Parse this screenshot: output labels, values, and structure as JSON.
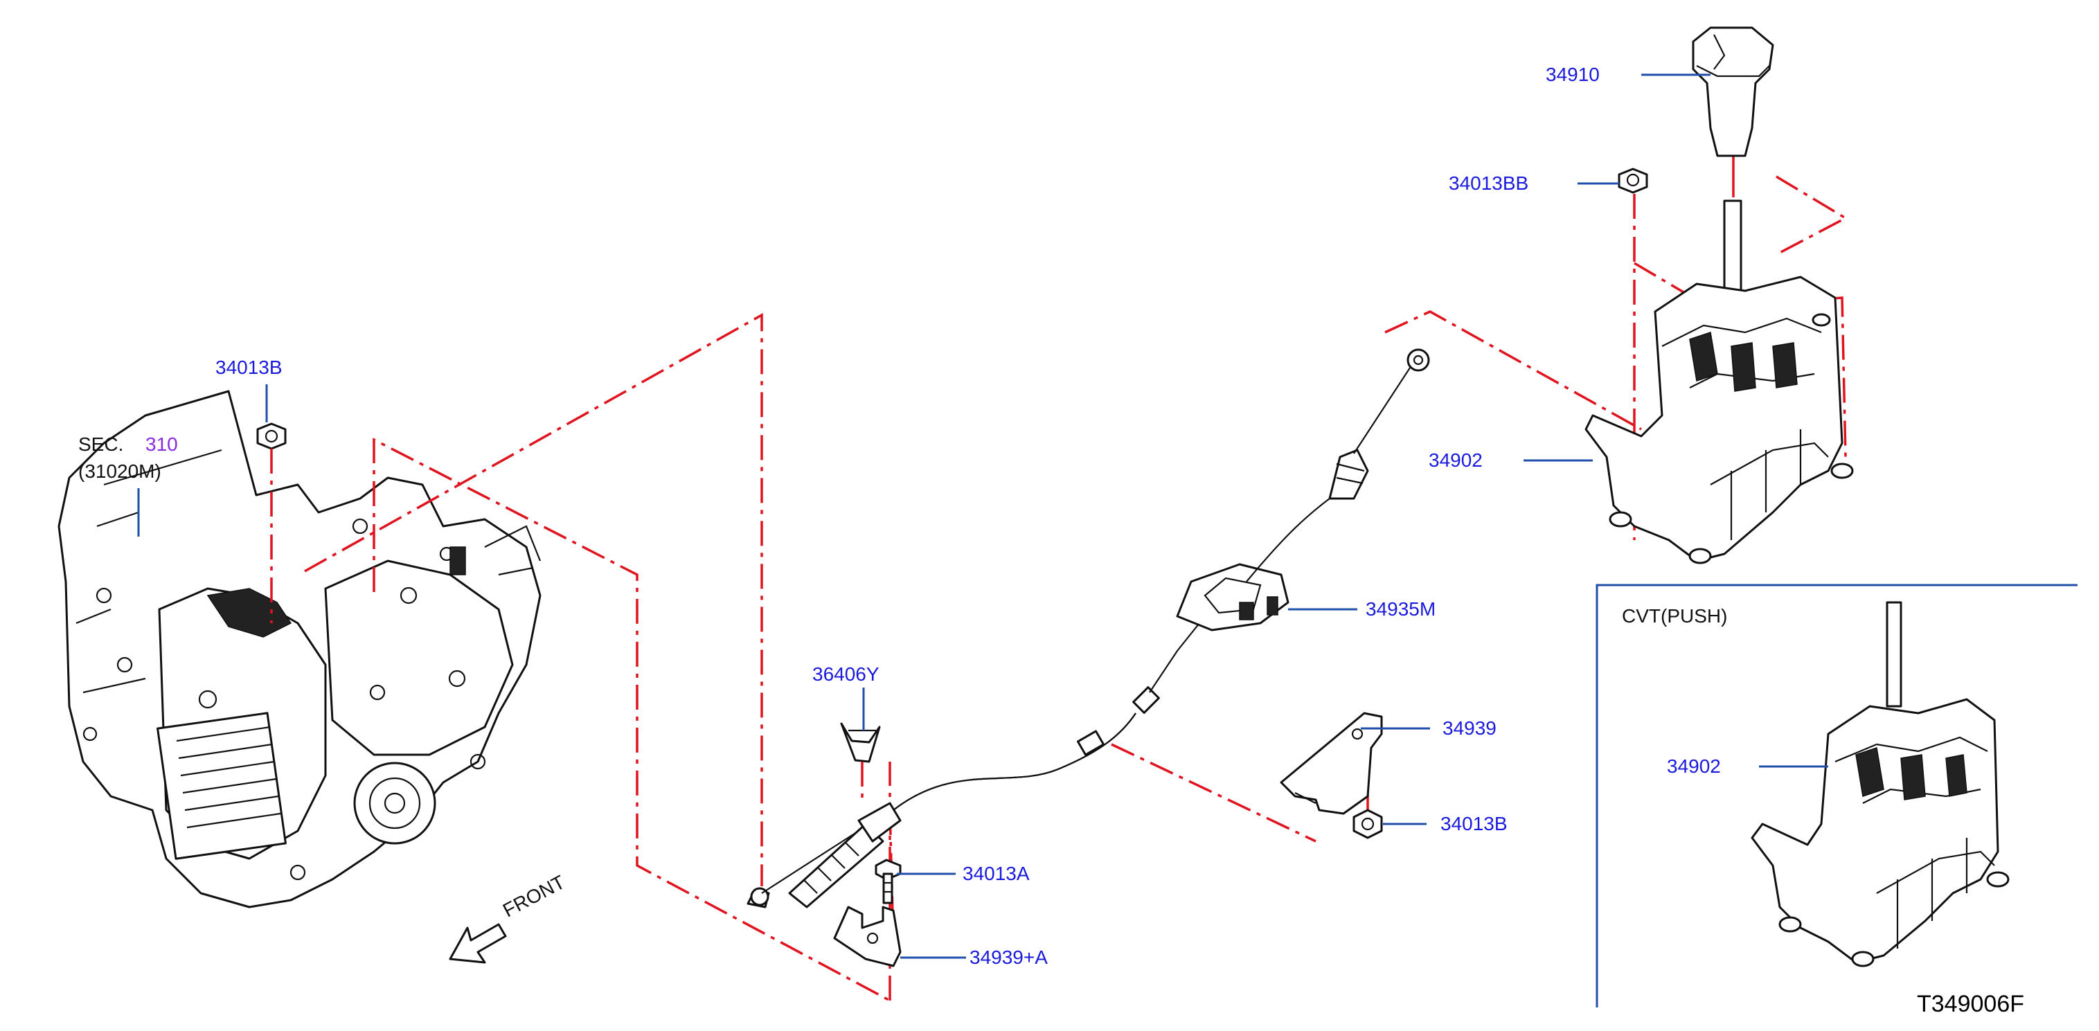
{
  "diagram": {
    "drawing_code": "T349006F",
    "section_ref": {
      "prefix": "SEC.",
      "number": "310",
      "part": "(31020M)"
    },
    "front_label": "FRONT",
    "inset_title": "CVT(PUSH)",
    "colors": {
      "label": "#1a1adc",
      "leader": "#1f4fa8",
      "assembly_line": "#e0141e",
      "section": "#8a2be2"
    },
    "labels": {
      "p34910": "34910",
      "p34013BB": "34013BB",
      "p34902_main": "34902",
      "p34935M": "34935M",
      "p34939": "34939",
      "p34013B_right": "34013B",
      "p34013B_left": "34013B",
      "p36406Y": "36406Y",
      "p34013A": "34013A",
      "p34939A": "34939+A",
      "p34902_inset": "34902"
    }
  }
}
